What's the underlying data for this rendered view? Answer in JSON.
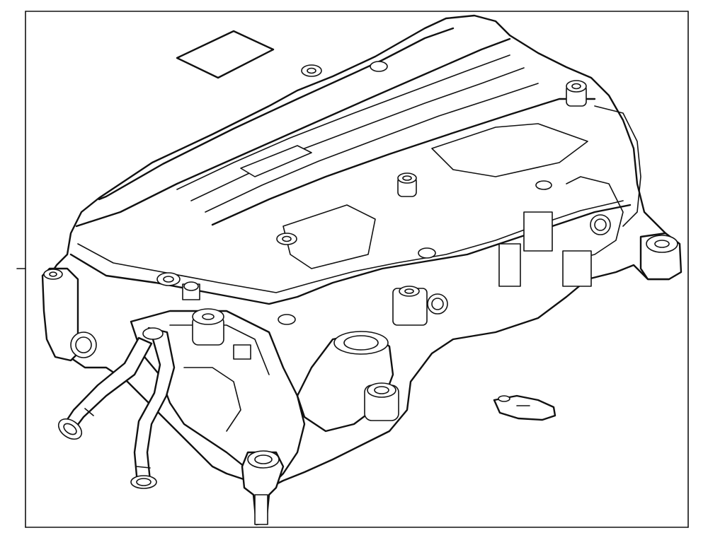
{
  "diagram": {
    "line_color": "#111111",
    "background": "#ffffff",
    "parts": [
      {
        "name": "label-plate",
        "icon": "label-plate-icon"
      },
      {
        "name": "inverter-converter-assembly",
        "icon": "inverter-assembly-icon"
      },
      {
        "name": "coolant-hose-left",
        "icon": "hose-icon"
      },
      {
        "name": "coolant-hose-right",
        "icon": "hose-icon"
      },
      {
        "name": "cover-plate",
        "icon": "cover-plate-icon"
      }
    ]
  }
}
